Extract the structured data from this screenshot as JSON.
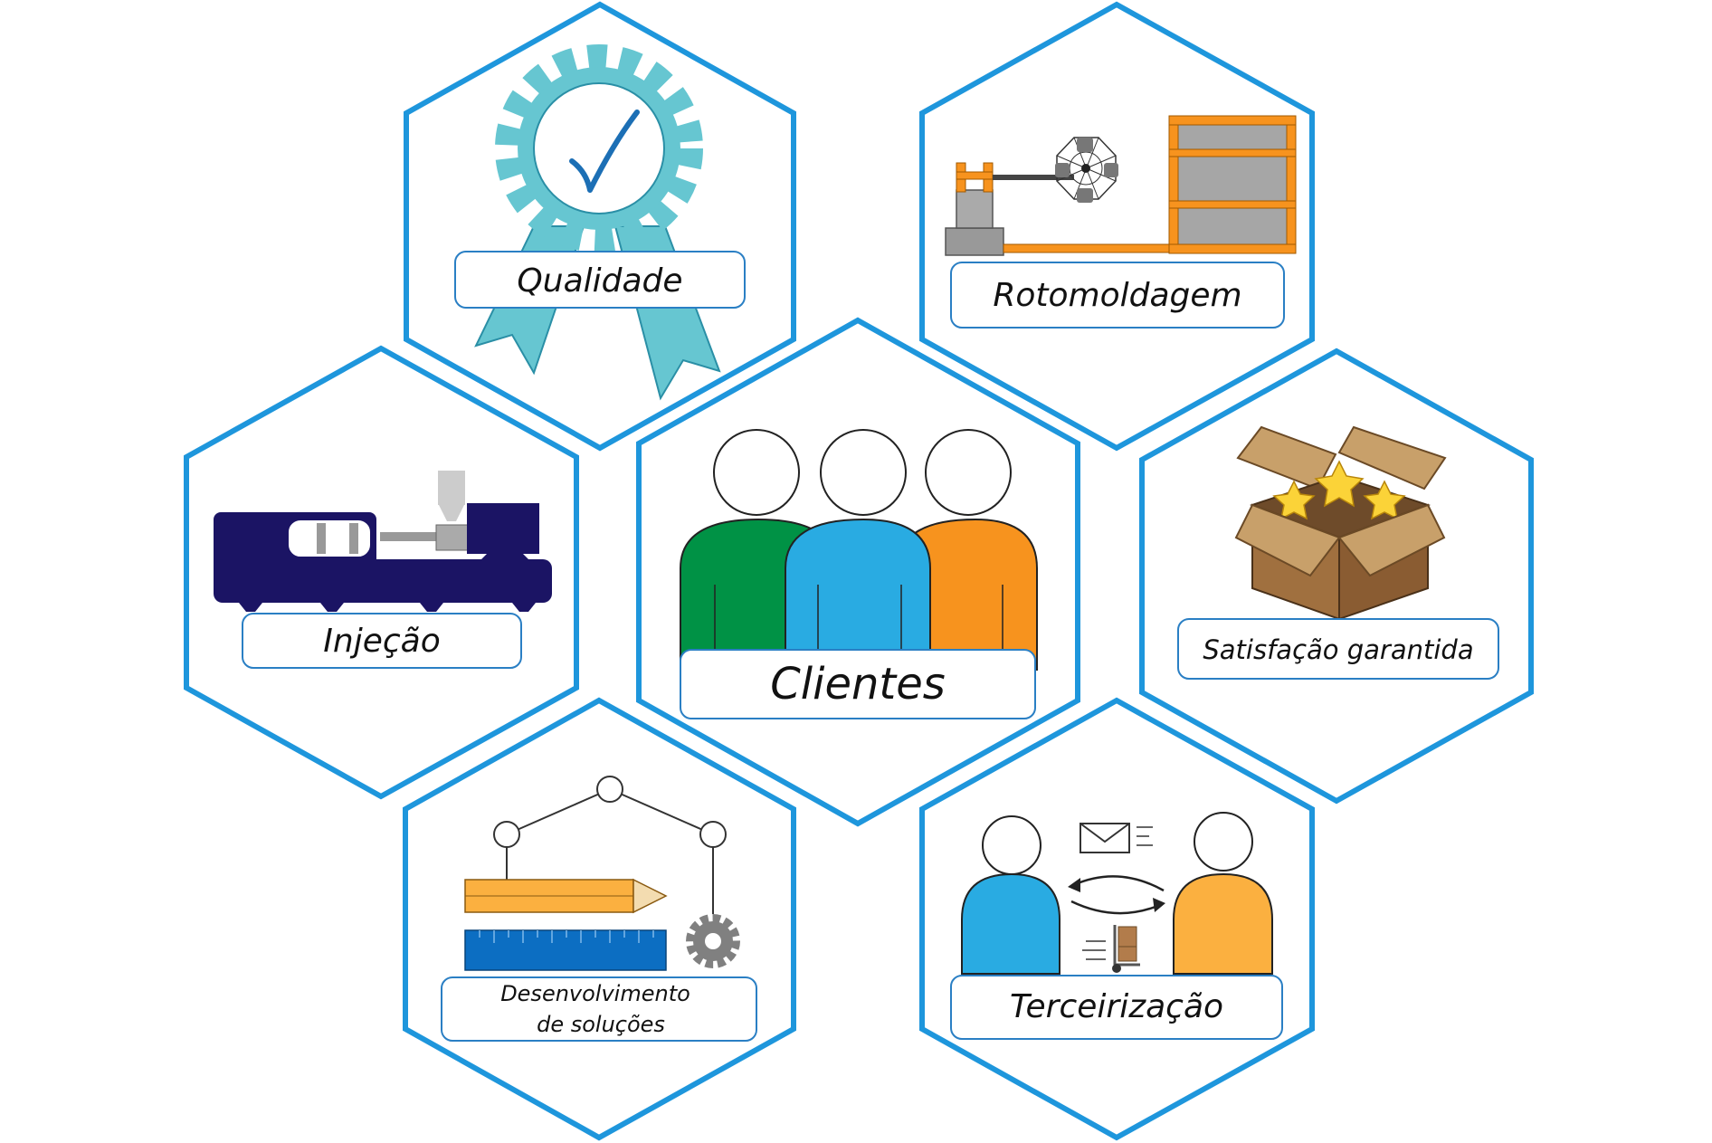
{
  "colors": {
    "hex_border": "#1e96dc",
    "label_border": "#2a7fc4",
    "green_person": "#009245",
    "blue_person": "#29abe2",
    "orange_person": "#f7931e",
    "machine_navy": "#1b1464",
    "ribbon_teal": "#66c6d1",
    "checkmark": "#1c6fb5",
    "rack_orange": "#f7931e",
    "box_brown": "#b27c4b",
    "star_gold": "#fbd338",
    "ruler_blue": "#0c6ec2",
    "pencil_orange": "#fbb040",
    "gear_gray": "#808080"
  },
  "hexagons": {
    "qualidade": {
      "label": "Qualidade",
      "icon": "award-badge-check-icon"
    },
    "rotomoldagem": {
      "label": "Rotomoldagem",
      "icon": "rotomolding-machine-icon"
    },
    "injecao": {
      "label": "Injeção",
      "icon": "injection-molding-machine-icon"
    },
    "clientes": {
      "label": "Clientes",
      "icon": "three-people-icon"
    },
    "satisfacao": {
      "label": "Satisfação garantida",
      "icon": "star-box-icon"
    },
    "desenvolvimento": {
      "label_line1": "Desenvolvimento",
      "label_line2": "de soluções",
      "icon": "design-tools-icon"
    },
    "terceirizacao": {
      "label": "Terceirização",
      "icon": "outsourcing-exchange-icon"
    }
  }
}
